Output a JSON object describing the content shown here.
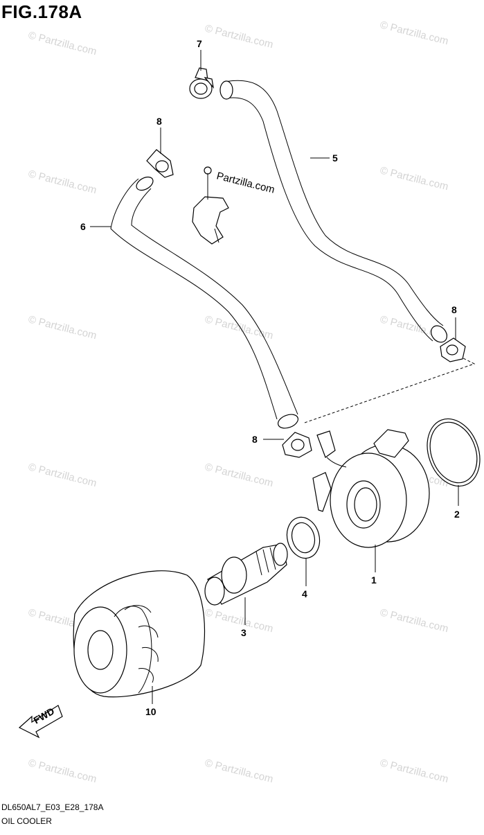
{
  "figure": {
    "title": "FIG.178A",
    "code": "DL650AL7_E03_E28_178A",
    "name": "OIL COOLER"
  },
  "watermark": {
    "text": "© Partzilla.com",
    "main_text": "Partzilla.com"
  },
  "callouts": [
    {
      "id": "c7",
      "label": "7"
    },
    {
      "id": "c8a",
      "label": "8"
    },
    {
      "id": "c5",
      "label": "5"
    },
    {
      "id": "c6",
      "label": "6"
    },
    {
      "id": "c8b",
      "label": "8"
    },
    {
      "id": "c8c",
      "label": "8"
    },
    {
      "id": "c2",
      "label": "2"
    },
    {
      "id": "c1",
      "label": "1"
    },
    {
      "id": "c4",
      "label": "4"
    },
    {
      "id": "c3",
      "label": "3"
    },
    {
      "id": "c10",
      "label": "10"
    }
  ],
  "fwd_label": "FWD"
}
